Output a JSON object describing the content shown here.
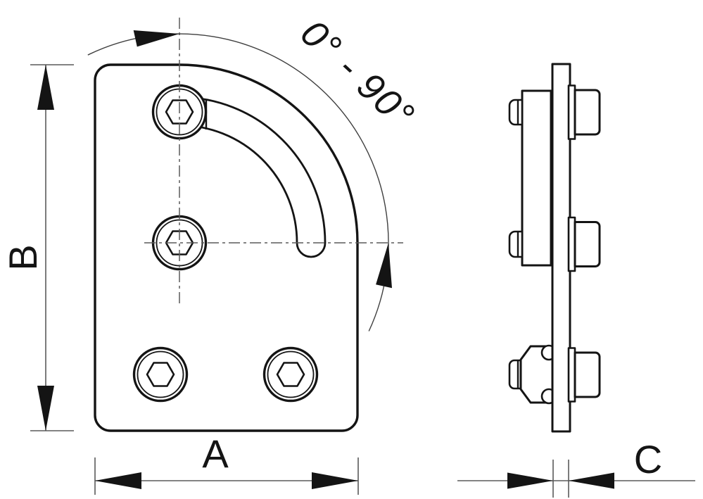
{
  "drawing": {
    "angle_label": "0° - 90°",
    "dimensions": {
      "width": "A",
      "height": "B",
      "thickness": "C"
    },
    "colors": {
      "outline": "#141414",
      "thin": "#5a5a5a",
      "arc": "#3f3f3f",
      "background": "#ffffff"
    }
  }
}
